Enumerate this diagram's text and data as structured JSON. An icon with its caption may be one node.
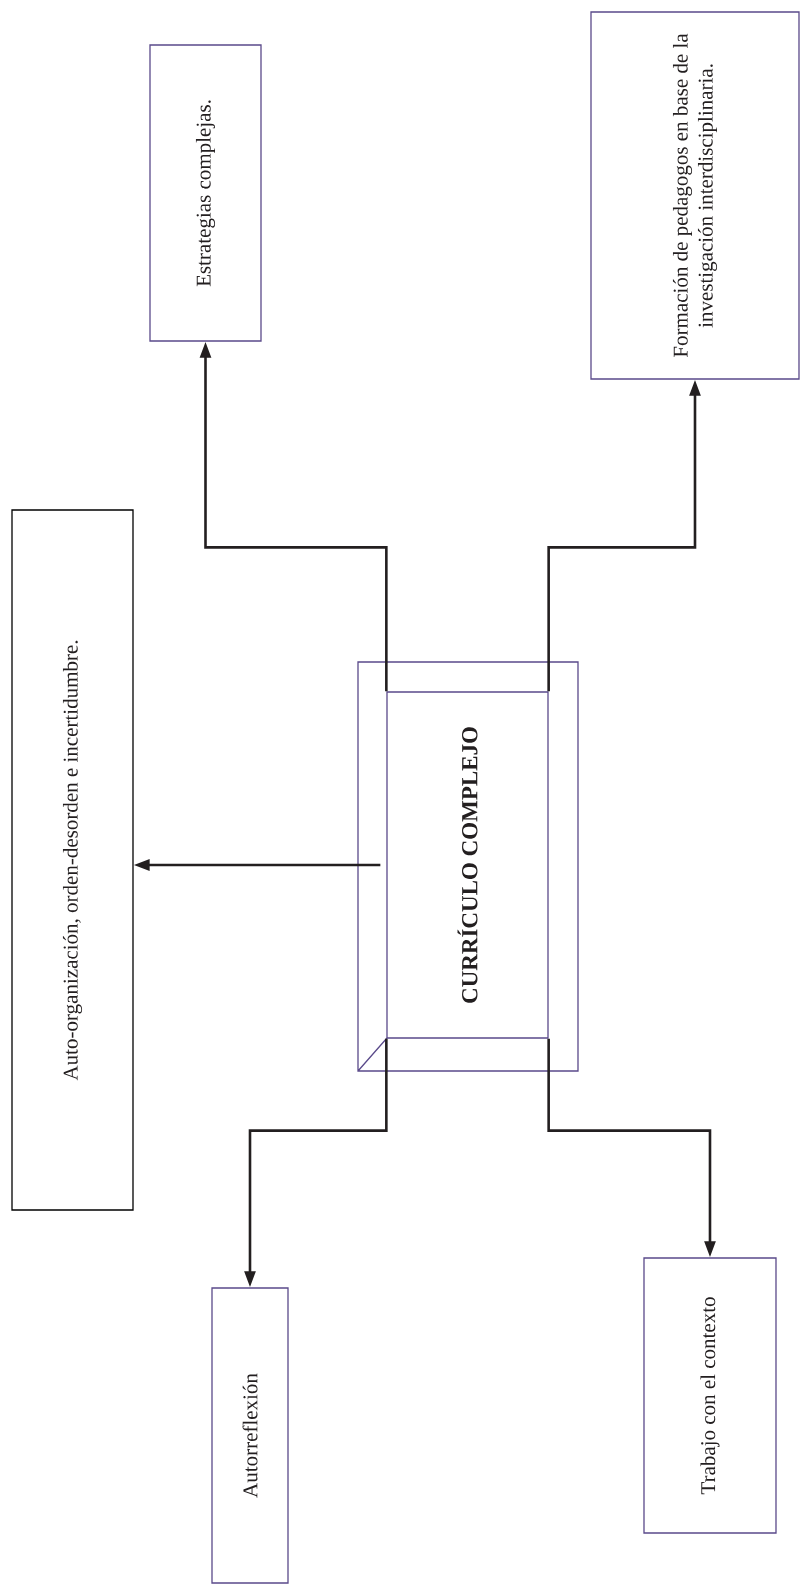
{
  "diagram": {
    "nodes": [
      {
        "text": [
          "CURRÍCULO COMPLEJO"
        ]
      },
      {
        "text": [
          "Estrategias complejas."
        ]
      },
      {
        "text": [
          "Formación de pedagogos en base de la investigación interdisciplinaria."
        ]
      },
      {
        "text": [
          "Auto-organización, orden-desorden e incertidumbre."
        ]
      },
      {
        "text": [
          "Autorreflexión"
        ]
      },
      {
        "text": [
          "Trabajo con el contexto"
        ]
      }
    ],
    "edges": [
      {
        "from": 0,
        "to": 1,
        "arrow": "to"
      },
      {
        "from": 0,
        "to": 2,
        "arrow": "to"
      },
      {
        "from": 0,
        "to": 3,
        "arrow": "to"
      },
      {
        "from": 0,
        "to": 4,
        "arrow": "to"
      },
      {
        "from": 0,
        "to": 5,
        "arrow": "to"
      }
    ]
  }
}
